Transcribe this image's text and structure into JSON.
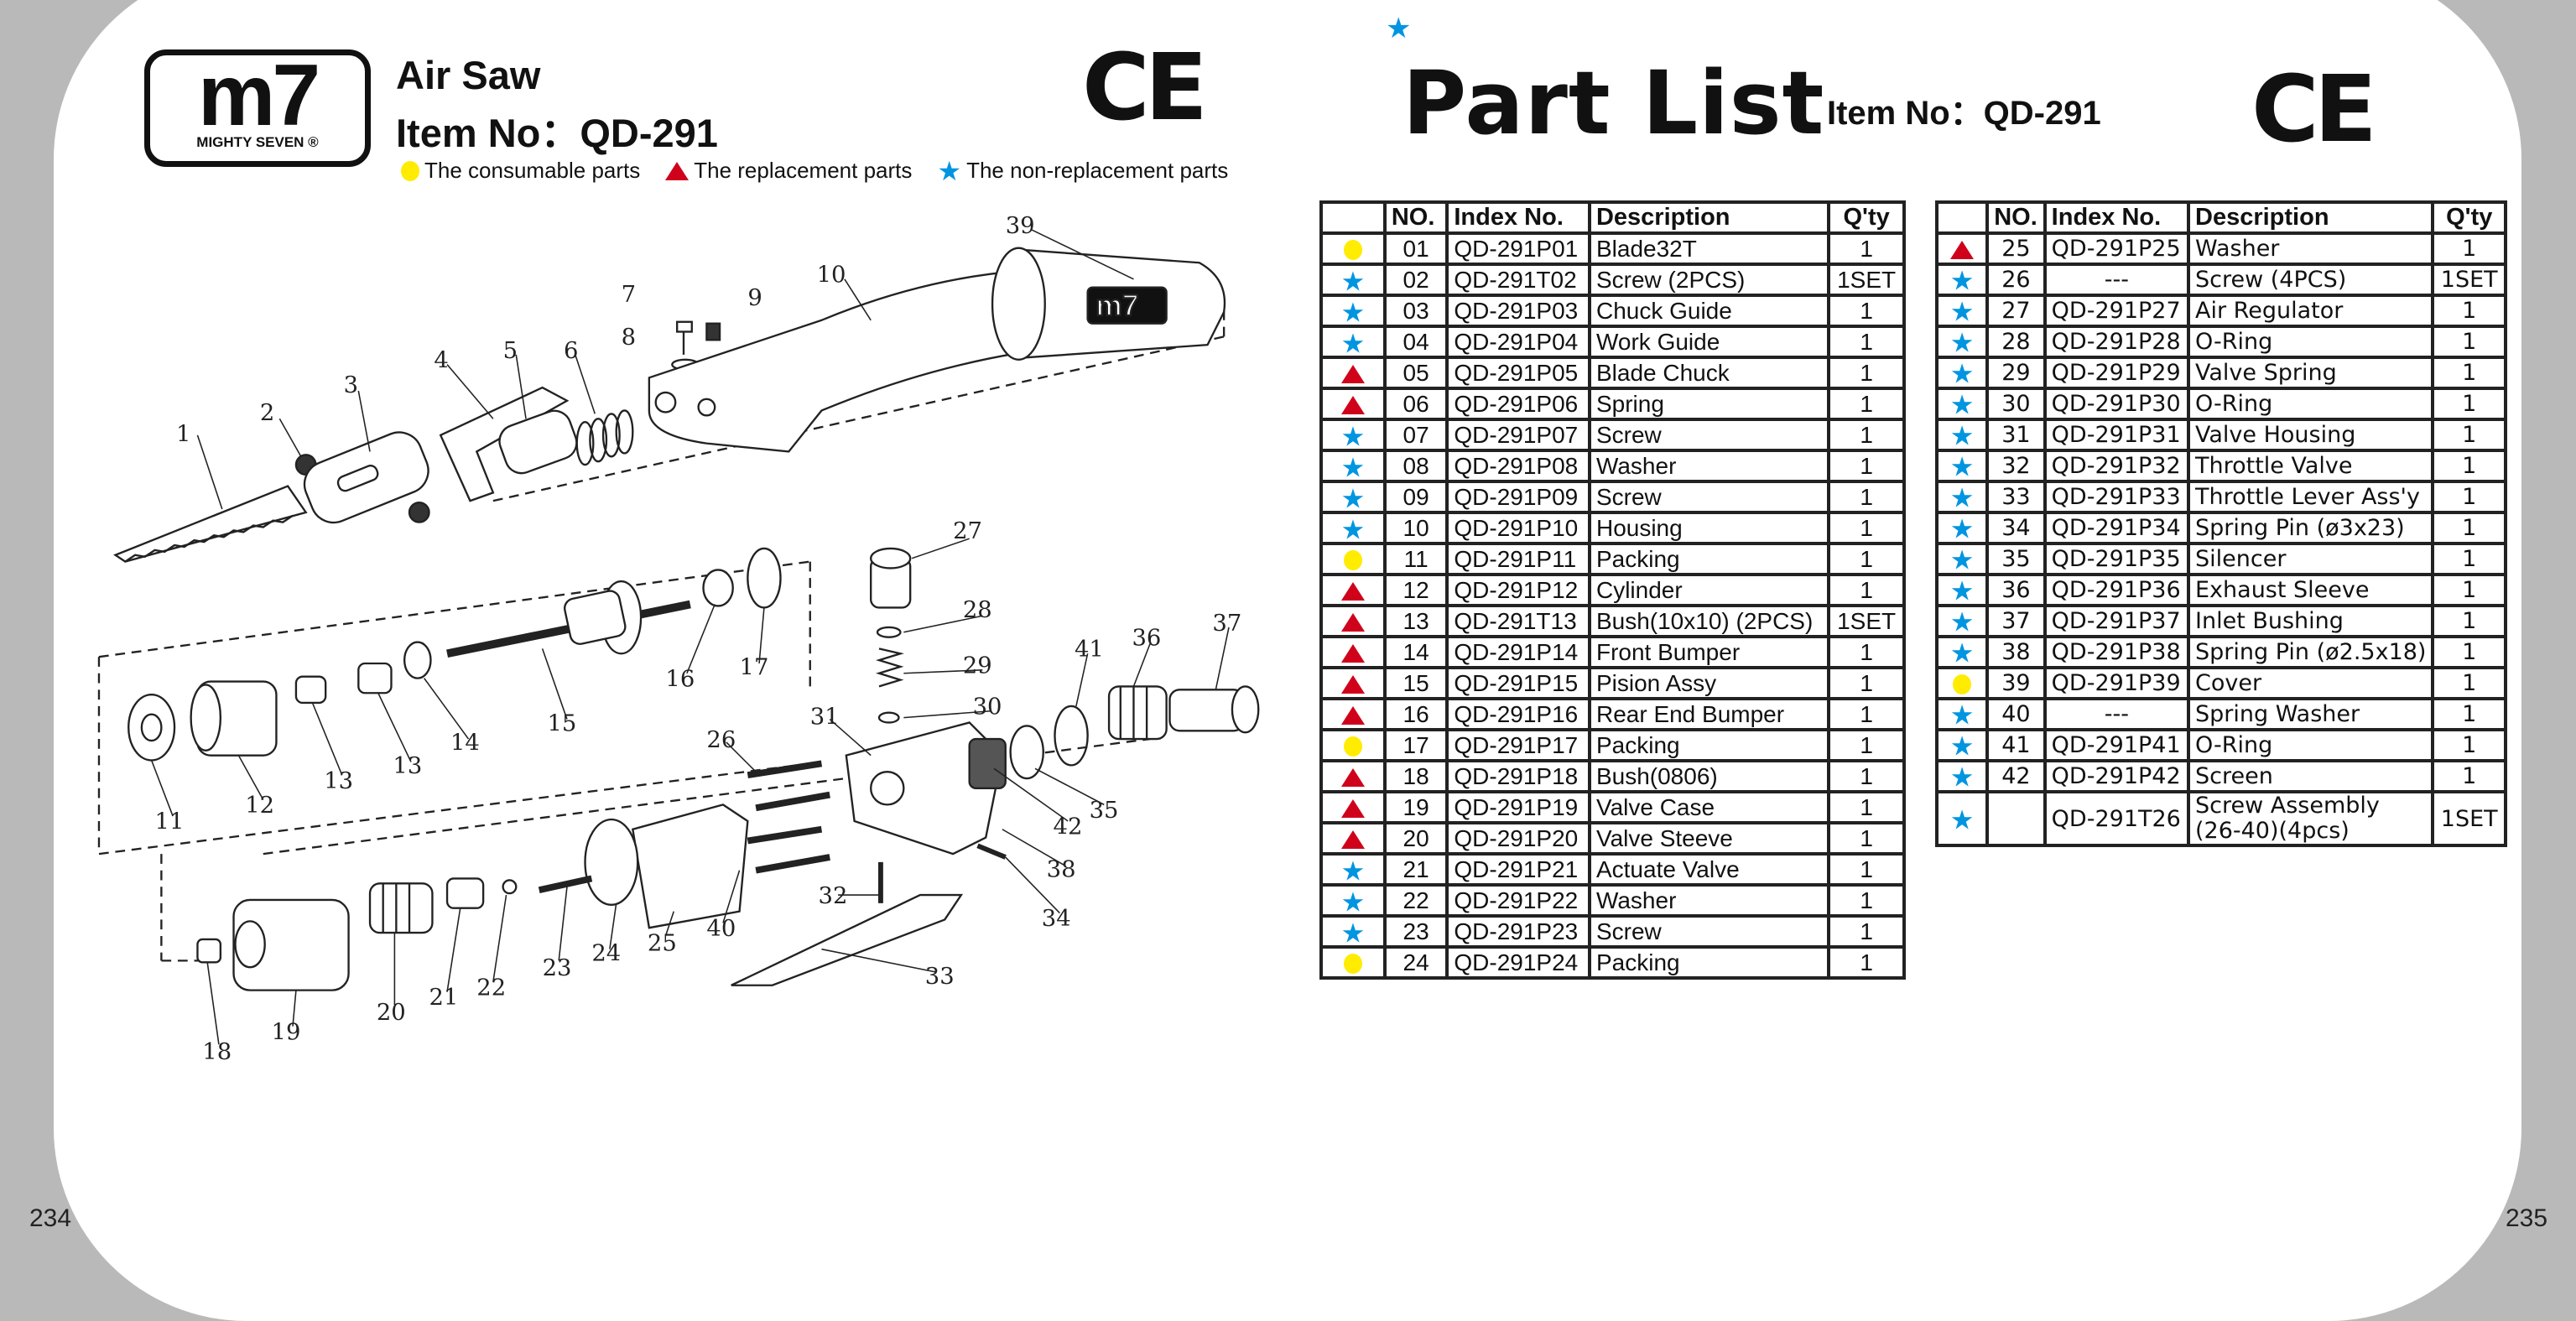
{
  "page_numbers": {
    "left": "234",
    "right": "235"
  },
  "logo": {
    "mark": "m7",
    "brand": "MIGHTY SEVEN ®"
  },
  "header": {
    "product": "Air Saw",
    "item_no": "Item No：QD-291",
    "ce_mark": "CE"
  },
  "legend": [
    {
      "icon": "circle",
      "label": "The consumable parts"
    },
    {
      "icon": "triangle",
      "label": "The replacement parts"
    },
    {
      "icon": "star",
      "label": "The non-replacement parts"
    }
  ],
  "colors": {
    "consumable": "#ffec00",
    "replacement": "#d0021b",
    "non_replacement": "#0095e0"
  },
  "part_list": {
    "title": "Part List",
    "item_no": "Item No：QD-291",
    "ce_mark": "CE",
    "star": "★",
    "columns": [
      "",
      "NO.",
      "Index No.",
      "Description",
      "Q'ty"
    ],
    "left_rows": [
      {
        "icon": "circle",
        "no": "01",
        "index": "QD-291P01",
        "desc": "Blade32T",
        "qty": "1"
      },
      {
        "icon": "star",
        "no": "02",
        "index": "QD-291T02",
        "desc": "Screw (2PCS)",
        "qty": "1SET"
      },
      {
        "icon": "star",
        "no": "03",
        "index": "QD-291P03",
        "desc": "Chuck  Guide",
        "qty": "1"
      },
      {
        "icon": "star",
        "no": "04",
        "index": "QD-291P04",
        "desc": "Work  Guide",
        "qty": "1"
      },
      {
        "icon": "triangle",
        "no": "05",
        "index": "QD-291P05",
        "desc": "Blade  Chuck",
        "qty": "1"
      },
      {
        "icon": "triangle",
        "no": "06",
        "index": "QD-291P06",
        "desc": "Spring",
        "qty": "1"
      },
      {
        "icon": "star",
        "no": "07",
        "index": "QD-291P07",
        "desc": "Screw",
        "qty": "1"
      },
      {
        "icon": "star",
        "no": "08",
        "index": "QD-291P08",
        "desc": "Washer",
        "qty": "1"
      },
      {
        "icon": "star",
        "no": "09",
        "index": "QD-291P09",
        "desc": "Screw",
        "qty": "1"
      },
      {
        "icon": "star",
        "no": "10",
        "index": "QD-291P10",
        "desc": "Housing",
        "qty": "1"
      },
      {
        "icon": "circle",
        "no": "11",
        "index": "QD-291P11",
        "desc": "Packing",
        "qty": "1"
      },
      {
        "icon": "triangle",
        "no": "12",
        "index": "QD-291P12",
        "desc": "Cylinder",
        "qty": "1"
      },
      {
        "icon": "triangle",
        "no": "13",
        "index": "QD-291T13",
        "desc": "Bush(10x10) (2PCS)",
        "qty": "1SET"
      },
      {
        "icon": "triangle",
        "no": "14",
        "index": "QD-291P14",
        "desc": "Front  Bumper",
        "qty": "1"
      },
      {
        "icon": "triangle",
        "no": "15",
        "index": "QD-291P15",
        "desc": "Pision Assy",
        "qty": "1"
      },
      {
        "icon": "triangle",
        "no": "16",
        "index": "QD-291P16",
        "desc": "Rear  End  Bumper",
        "qty": "1"
      },
      {
        "icon": "circle",
        "no": "17",
        "index": "QD-291P17",
        "desc": "Packing",
        "qty": "1"
      },
      {
        "icon": "triangle",
        "no": "18",
        "index": "QD-291P18",
        "desc": "Bush(0806)",
        "qty": "1"
      },
      {
        "icon": "triangle",
        "no": "19",
        "index": "QD-291P19",
        "desc": "Valve  Case",
        "qty": "1"
      },
      {
        "icon": "triangle",
        "no": "20",
        "index": "QD-291P20",
        "desc": "Valve Steeve",
        "qty": "1"
      },
      {
        "icon": "star",
        "no": "21",
        "index": "QD-291P21",
        "desc": "Actuate  Valve",
        "qty": "1"
      },
      {
        "icon": "star",
        "no": "22",
        "index": "QD-291P22",
        "desc": "Washer",
        "qty": "1"
      },
      {
        "icon": "star",
        "no": "23",
        "index": "QD-291P23",
        "desc": "Screw",
        "qty": "1"
      },
      {
        "icon": "circle",
        "no": "24",
        "index": "QD-291P24",
        "desc": "Packing",
        "qty": "1"
      }
    ],
    "right_rows": [
      {
        "icon": "triangle",
        "no": "25",
        "index": "QD-291P25",
        "desc": "Washer",
        "qty": "1"
      },
      {
        "icon": "star",
        "no": "26",
        "index": "---",
        "desc": "Screw (4PCS)",
        "qty": "1SET"
      },
      {
        "icon": "star",
        "no": "27",
        "index": "QD-291P27",
        "desc": "Air Regulator",
        "qty": "1"
      },
      {
        "icon": "star",
        "no": "28",
        "index": "QD-291P28",
        "desc": "O-Ring",
        "qty": "1"
      },
      {
        "icon": "star",
        "no": "29",
        "index": "QD-291P29",
        "desc": "Valve Spring",
        "qty": "1"
      },
      {
        "icon": "star",
        "no": "30",
        "index": "QD-291P30",
        "desc": "O-Ring",
        "qty": "1"
      },
      {
        "icon": "star",
        "no": "31",
        "index": "QD-291P31",
        "desc": "Valve Housing",
        "qty": "1"
      },
      {
        "icon": "star",
        "no": "32",
        "index": "QD-291P32",
        "desc": "Throttle Valve",
        "qty": "1"
      },
      {
        "icon": "star",
        "no": "33",
        "index": "QD-291P33",
        "desc": "Throttle Lever Ass'y",
        "qty": "1"
      },
      {
        "icon": "star",
        "no": "34",
        "index": "QD-291P34",
        "desc": "Spring Pin (ø3x23)",
        "qty": "1"
      },
      {
        "icon": "star",
        "no": "35",
        "index": "QD-291P35",
        "desc": "Silencer",
        "qty": "1"
      },
      {
        "icon": "star",
        "no": "36",
        "index": "QD-291P36",
        "desc": "Exhaust Sleeve",
        "qty": "1"
      },
      {
        "icon": "star",
        "no": "37",
        "index": "QD-291P37",
        "desc": "Inlet Bushing",
        "qty": "1"
      },
      {
        "icon": "star",
        "no": "38",
        "index": "QD-291P38",
        "desc": "Spring Pin (ø2.5x18)",
        "qty": "1"
      },
      {
        "icon": "circle",
        "no": "39",
        "index": "QD-291P39",
        "desc": "Cover",
        "qty": "1"
      },
      {
        "icon": "star",
        "no": "40",
        "index": "---",
        "desc": "Spring Washer",
        "qty": "1"
      },
      {
        "icon": "star",
        "no": "41",
        "index": "QD-291P41",
        "desc": "O-Ring",
        "qty": "1"
      },
      {
        "icon": "star",
        "no": "42",
        "index": "QD-291P42",
        "desc": "Screen",
        "qty": "1"
      },
      {
        "icon": "star",
        "no": "",
        "index": "QD-291T26",
        "desc": "Screw Assembly\n(26-40)(4pcs)",
        "qty": "1SET"
      }
    ]
  },
  "diagram": {
    "cover_logo": "m7",
    "labels": [
      "39",
      "10",
      "7",
      "9",
      "8",
      "6",
      "5",
      "4",
      "3",
      "2",
      "1",
      "27",
      "28",
      "29",
      "30",
      "41",
      "36",
      "37",
      "16",
      "17",
      "15",
      "14",
      "13",
      "13",
      "12",
      "11",
      "31",
      "26",
      "42",
      "35",
      "38",
      "34",
      "32",
      "33",
      "40",
      "25",
      "24",
      "23",
      "22",
      "21",
      "20",
      "19",
      "18"
    ]
  }
}
